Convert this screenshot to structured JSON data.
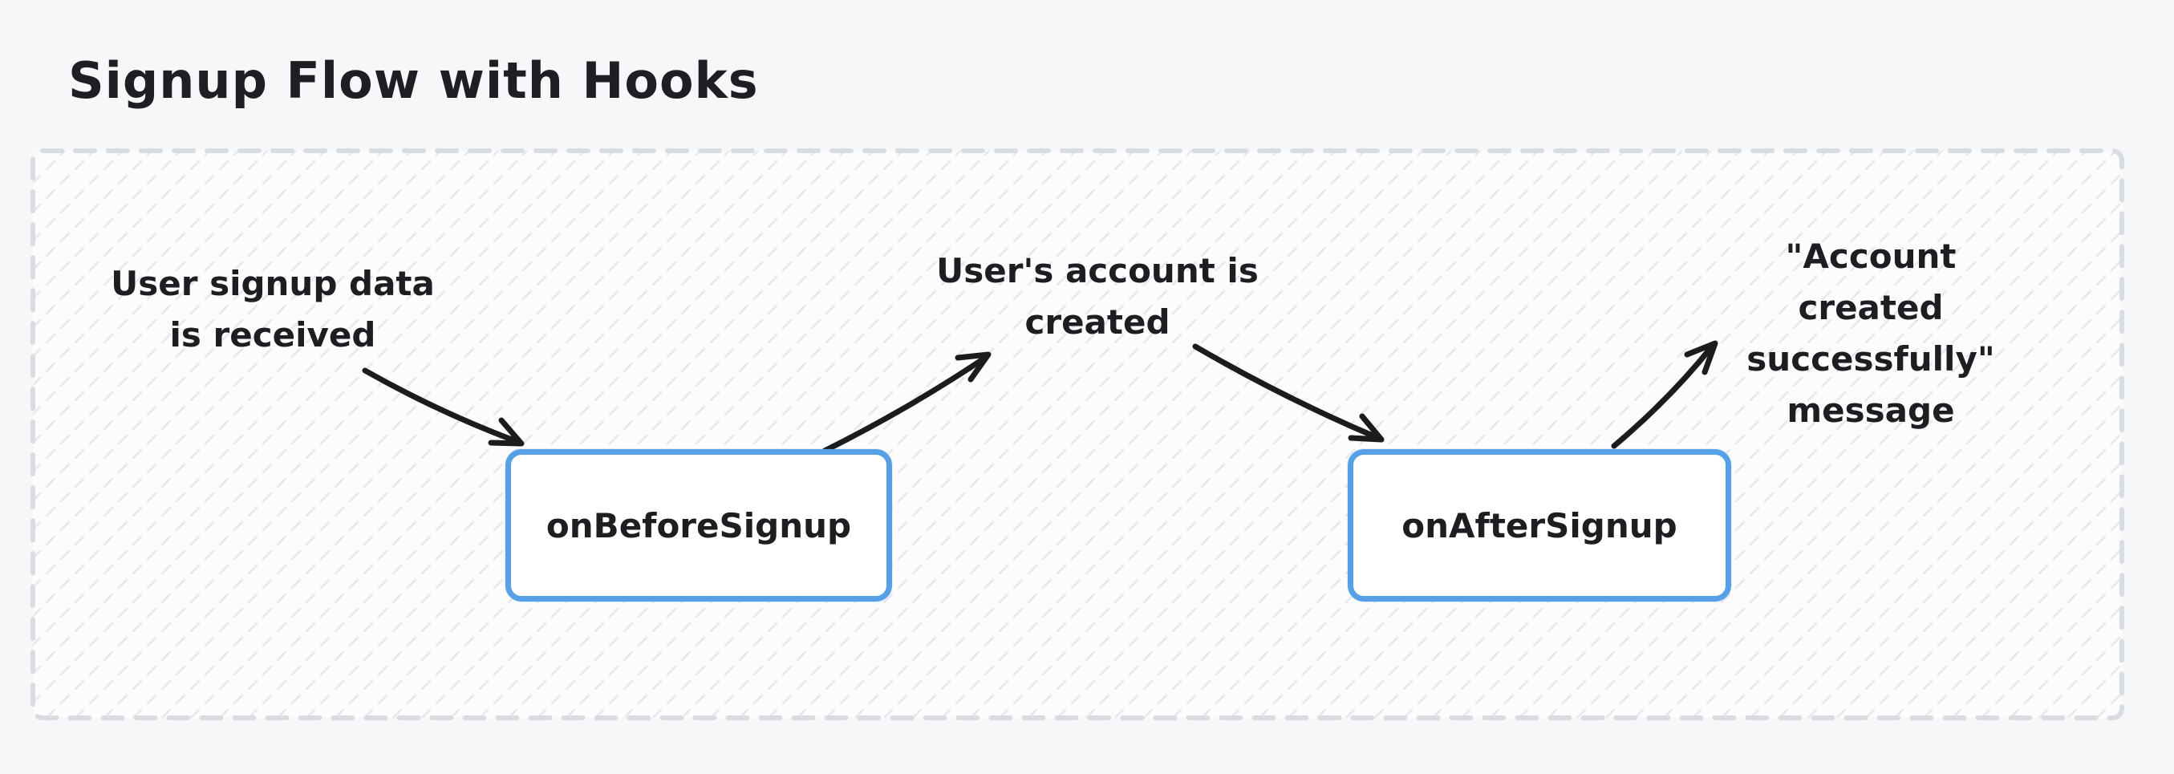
{
  "title": "Signup Flow with Hooks",
  "colors": {
    "page_background": "#f6f7f9",
    "frame_fill": "#fcfcfd",
    "frame_hatch_line": "#e6e8ec",
    "frame_dashed_border": "#d9dce1",
    "node_border": "#55a0e6",
    "node_fill": "#ffffff",
    "text": "#1d1e21",
    "arrow": "#1b1c1e"
  },
  "flow": {
    "labels": [
      {
        "id": "signup-data",
        "text": "User signup data\nis received"
      },
      {
        "id": "account-created",
        "text": "User's account is\ncreated"
      },
      {
        "id": "success-message",
        "text": "\"Account created\nsuccessfully\" message"
      }
    ],
    "nodes": [
      {
        "id": "on-before-signup",
        "text": "onBeforeSignup"
      },
      {
        "id": "on-after-signup",
        "text": "onAfterSignup"
      }
    ]
  }
}
